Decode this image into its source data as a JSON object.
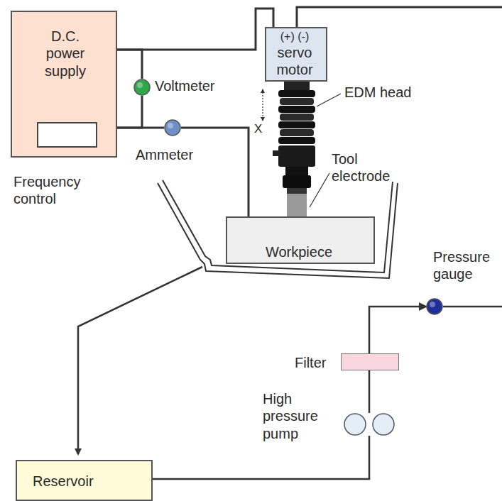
{
  "diagram": {
    "nodes": [
      {
        "text": [
          "D.C. power supply"
        ]
      },
      {
        "text": [
          "Frequency control"
        ],
        "in": 0
      },
      {
        "text": [
          "Voltmeter"
        ]
      },
      {
        "text": [
          "Ammeter"
        ]
      },
      {
        "text": [
          "(+) (-)",
          "servo motor"
        ]
      },
      {
        "text": [
          "Workpiece"
        ]
      },
      {
        "text": [
          "Pressure gauge"
        ]
      },
      {
        "text": [
          "Filter"
        ]
      },
      {
        "text": [
          "High pressure pump"
        ]
      },
      {
        "text": [
          "Reservoir"
        ]
      }
    ],
    "edges": [
      {
        "from": 0,
        "to": 4,
        "arrow": "none"
      },
      {
        "from": 2,
        "to": 0,
        "arrow": "none"
      },
      {
        "from": 2,
        "to": 0,
        "arrow": "none"
      },
      {
        "from": 0,
        "to": 3,
        "arrow": "none"
      },
      {
        "from": 3,
        "to": 5,
        "arrow": "none"
      },
      {
        "from": 9,
        "to": 8,
        "arrow": "none"
      },
      {
        "from": 8,
        "to": 7,
        "arrow": "none"
      },
      {
        "from": 7,
        "to": 6,
        "arrow": "to"
      }
    ],
    "labels": [
      "EDM head",
      "Tool electrode",
      "X"
    ]
  }
}
